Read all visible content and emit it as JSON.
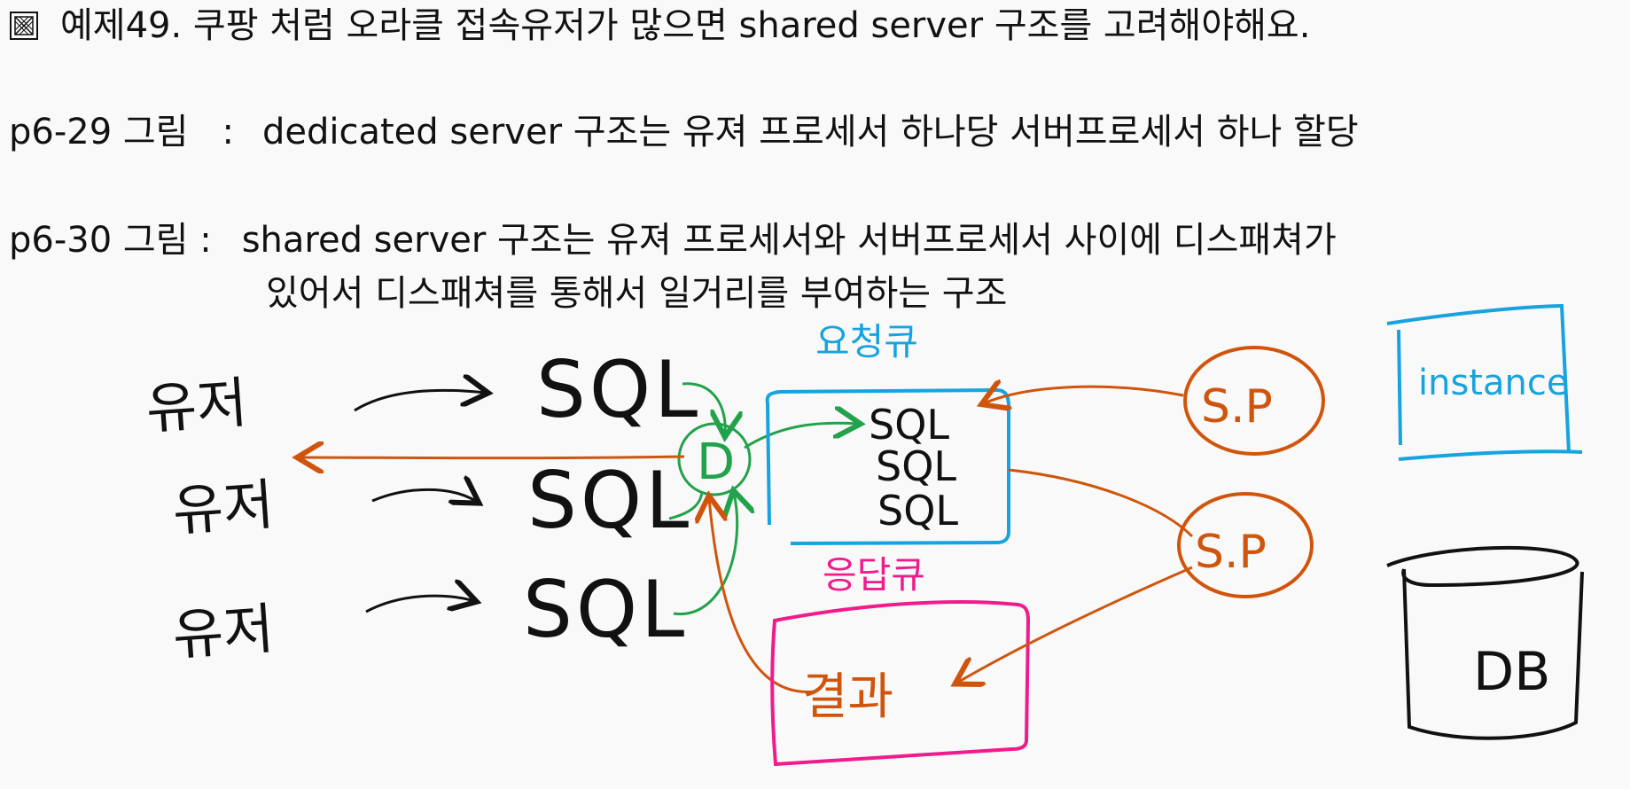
{
  "header": {
    "checkbox_icon": "crossed-box-icon",
    "example_title": "예제49.  쿠팡 처럼 오라클 접속유저가 많으면 shared server 구조를 고려해야해요."
  },
  "notes": {
    "fig29_label": "p6-29 그림",
    "fig29_sep": ":",
    "fig29_text": "dedicated server 구조는 유져 프로세서 하나당 서버프로세서 하나 할당",
    "fig30_label": "p6-30 그림 :",
    "fig30_text_1": "shared server 구조는 유져 프로세서와 서버프로세서 사이에 디스패쳐가",
    "fig30_text_2": "있어서 디스패쳐를 통해서 일거리를 부여하는 구조"
  },
  "diagram": {
    "users": [
      "유저",
      "유저",
      "유저"
    ],
    "requests": [
      "SQL",
      "SQL",
      "SQL"
    ],
    "dispatcher": "D",
    "request_queue_label": "요청큐",
    "request_queue_items": [
      "SQL",
      "SQL",
      "SQL"
    ],
    "response_queue_label": "응답큐",
    "response_queue_item": "결과",
    "server_processes": [
      "S.P",
      "S.P"
    ],
    "instance_label": "instance",
    "db_label": "DB",
    "colors": {
      "ink": "#111111",
      "dispatcher": "#22a24a",
      "request_queue": "#16a3e0",
      "response_queue": "#ee1c8c",
      "server_process": "#d0550c",
      "instance": "#16a3e0",
      "db": "#111111"
    }
  }
}
